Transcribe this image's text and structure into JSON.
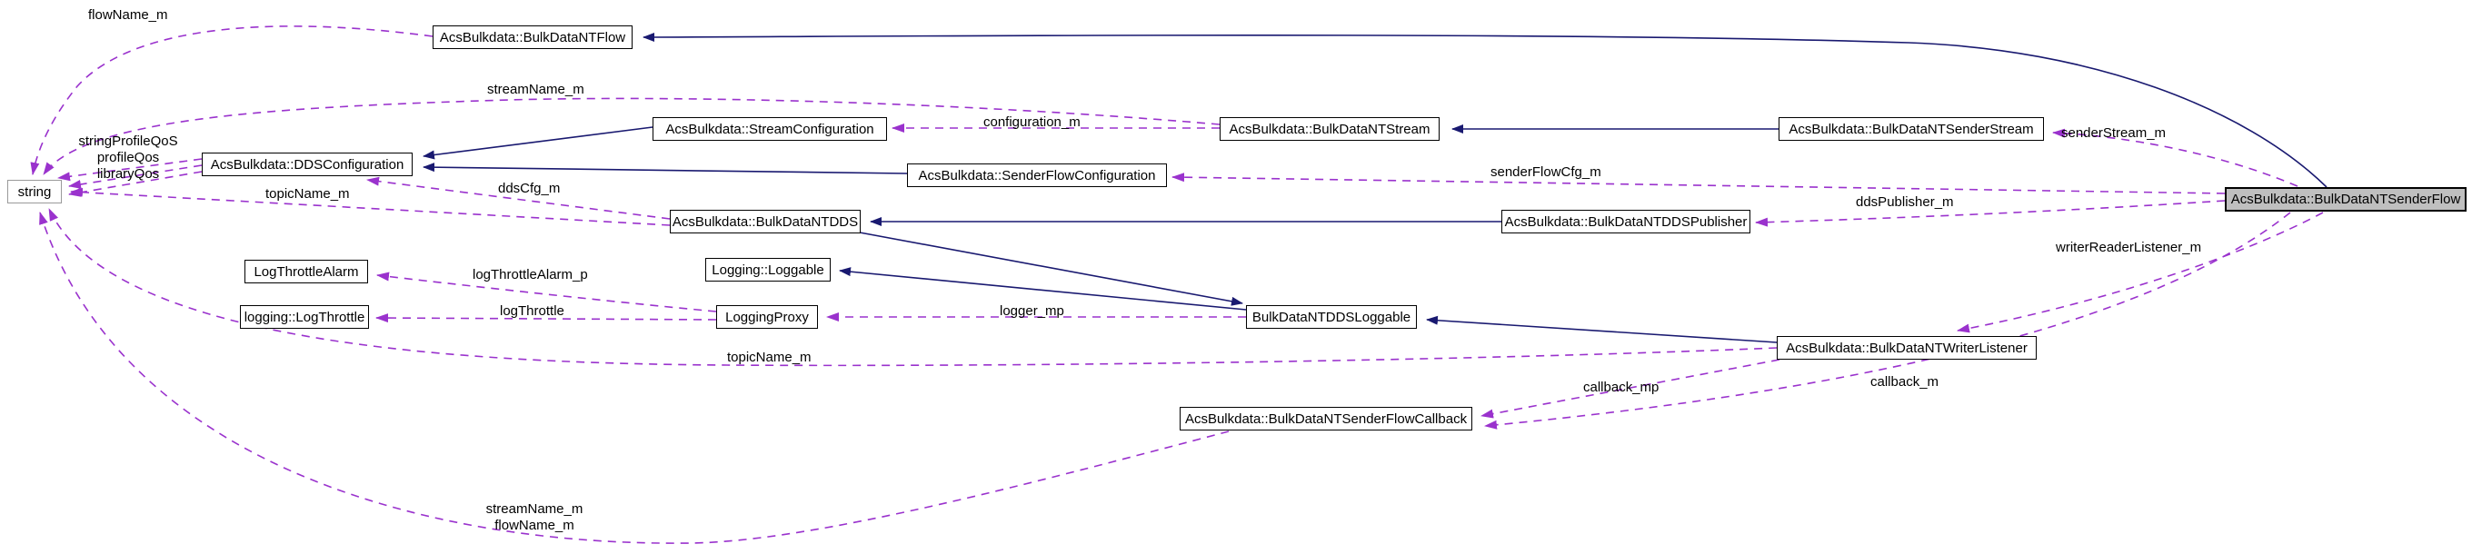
{
  "diagram": {
    "type": "doxygen-collaboration-diagram",
    "highlighted_node": "AcsBulkdata::BulkDataNTSenderFlow",
    "colors": {
      "usage_edge": "#9a32cd",
      "inheritance_edge": "#191970",
      "node_fill": "#ffffff",
      "highlight_fill": "#bfbfbf",
      "node_border": "#000000",
      "label_text": "#000000"
    },
    "nodes": [
      {
        "id": "bulkdatantflow",
        "label": "AcsBulkdata::BulkDataNTFlow"
      },
      {
        "id": "string",
        "label": "string"
      },
      {
        "id": "ddsconfiguration",
        "label": "AcsBulkdata::DDSConfiguration"
      },
      {
        "id": "streamconfiguration",
        "label": "AcsBulkdata::StreamConfiguration"
      },
      {
        "id": "bulkdatantstream",
        "label": "AcsBulkdata::BulkDataNTStream"
      },
      {
        "id": "bulkdatantsenderstream",
        "label": "AcsBulkdata::BulkDataNTSenderStream"
      },
      {
        "id": "senderflowconfiguration",
        "label": "AcsBulkdata::SenderFlowConfiguration"
      },
      {
        "id": "bulkdatantdds",
        "label": "AcsBulkdata::BulkDataNTDDS"
      },
      {
        "id": "bulkdatantddspublisher",
        "label": "AcsBulkdata::BulkDataNTDDSPublisher"
      },
      {
        "id": "bulkdatantsenderflow",
        "label": "AcsBulkdata::BulkDataNTSenderFlow"
      },
      {
        "id": "logthrottlealarm",
        "label": "LogThrottleAlarm"
      },
      {
        "id": "logthrottle",
        "label": "logging::LogThrottle"
      },
      {
        "id": "loggable",
        "label": "Logging::Loggable"
      },
      {
        "id": "loggingproxy",
        "label": "LoggingProxy"
      },
      {
        "id": "bulkdatantddsloggable",
        "label": "BulkDataNTDDSLoggable"
      },
      {
        "id": "bulkdatantwriterlistener",
        "label": "AcsBulkdata::BulkDataNTWriterListener"
      },
      {
        "id": "bulkdatantsenderflowcallback",
        "label": "AcsBulkdata::BulkDataNTSenderFlowCallback"
      }
    ],
    "edge_labels": {
      "flowname_top": "flowName_m",
      "streamname_top": "streamName_m",
      "qos_block": "stringProfileQoS profileQos libraryQos",
      "qos_line1": "stringProfileQoS",
      "qos_line2": "profileQos",
      "qos_line3": "libraryQos",
      "configuration": "configuration_m",
      "senderstream": "senderStream_m",
      "senderflowcfg": "senderFlowCfg_m",
      "ddscfg": "ddsCfg_m",
      "topicname_upper": "topicName_m",
      "ddspublisher": "ddsPublisher_m",
      "writerreaderlistener": "writerReaderListener_m",
      "logthrottlealarm_p": "logThrottleAlarm_p",
      "logthrottle": "logThrottle",
      "logger_mp": "logger_mp",
      "topicname_lower": "topicName_m",
      "callback_mp": "callback_mp",
      "callback_m": "callback_m",
      "streamname_bottom": "streamName_m",
      "flowname_bottom": "flowName_m"
    }
  }
}
